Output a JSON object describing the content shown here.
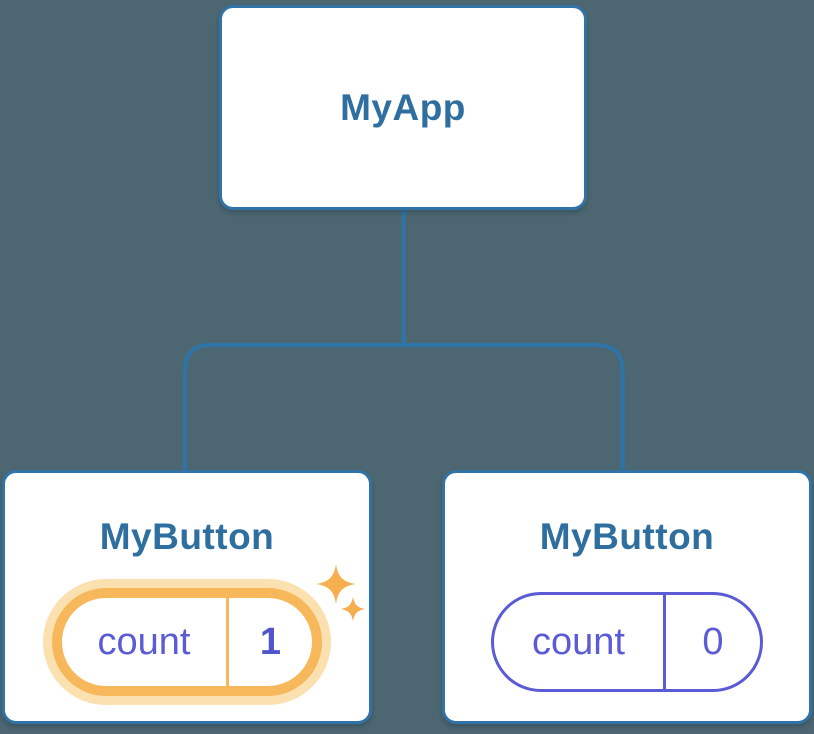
{
  "figure": {
    "description": "Component tree diagram: root component with two child components holding independent state",
    "root_node": {
      "title": "MyApp"
    },
    "child_nodes": [
      {
        "title": "MyButton",
        "state_key": "count",
        "state_value": "1",
        "highlighted": true
      },
      {
        "title": "MyButton",
        "state_key": "count",
        "state_value": "0",
        "highlighted": false
      }
    ],
    "icons": [
      "sparkle-large-icon",
      "sparkle-small-icon"
    ],
    "colors": {
      "bg": "#4C6771",
      "card-bg": "#FFFFFF",
      "node-border": "#3273A7",
      "node-text": "#2F6FA0",
      "connector": "#2E74A8",
      "orange": "#F7B85C",
      "orange-halo": "#FBE0B0",
      "sparkle": "#F6AE4F",
      "purple": "#5B5BD6",
      "purple-bold": "#5254CB"
    }
  }
}
